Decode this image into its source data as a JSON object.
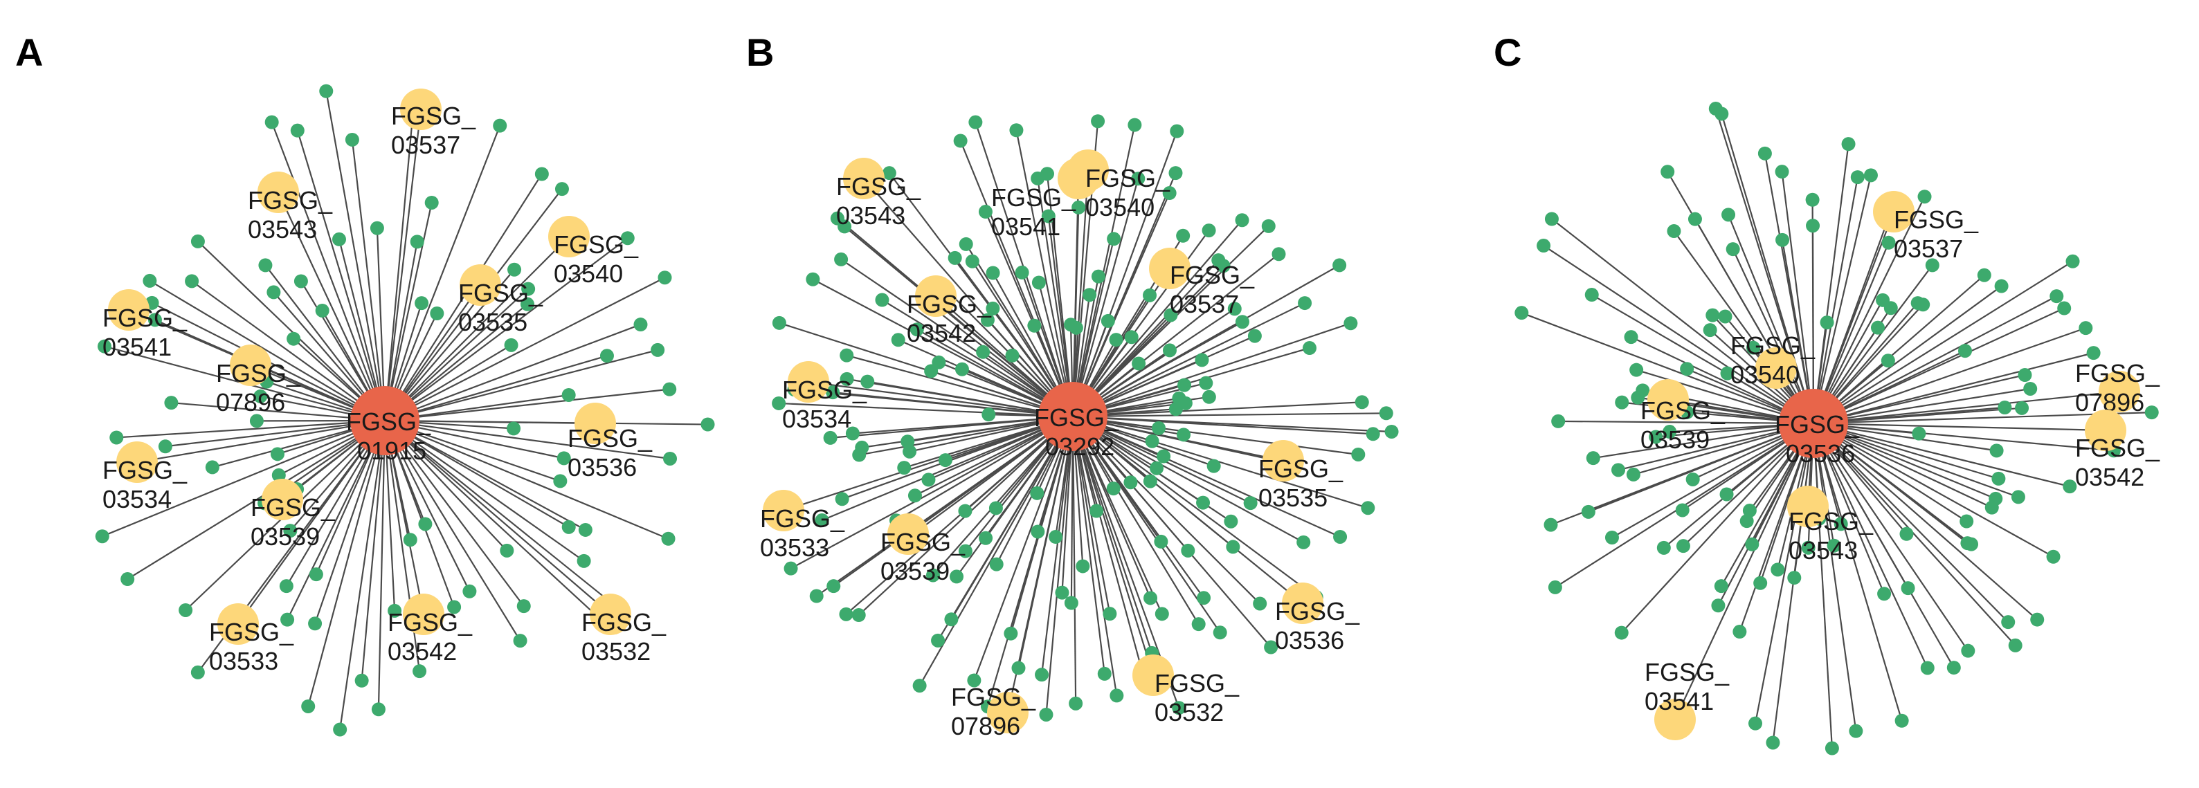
{
  "colors": {
    "hub": "#E8654A",
    "highlight": "#FDD77A",
    "leaf": "#3DAA6D",
    "edge": "#4a4a4a",
    "label": "#1a1a1a"
  },
  "panels": [
    {
      "letter": "A",
      "hub": {
        "line1": "FGSG_",
        "line2": "01915"
      },
      "leaf_count": 80,
      "highlights": [
        {
          "line1": "FGSG_",
          "line2": "03537"
        },
        {
          "line1": "FGSG_",
          "line2": "03543"
        },
        {
          "line1": "FGSG_",
          "line2": "03540"
        },
        {
          "line1": "FGSG_",
          "line2": "03535"
        },
        {
          "line1": "FGSG_",
          "line2": "03541"
        },
        {
          "line1": "FGSG_",
          "line2": "07896"
        },
        {
          "line1": "FGSG_",
          "line2": "03534"
        },
        {
          "line1": "FGSG_",
          "line2": "03536"
        },
        {
          "line1": "FGSG_",
          "line2": "03539"
        },
        {
          "line1": "FGSG_",
          "line2": "03533"
        },
        {
          "line1": "FGSG_",
          "line2": "03542"
        },
        {
          "line1": "FGSG_",
          "line2": "03532"
        }
      ]
    },
    {
      "letter": "B",
      "hub": {
        "line1": "FGSG_",
        "line2": "03292"
      },
      "leaf_count": 160,
      "highlights": [
        {
          "line1": "FGSG_",
          "line2": "03543"
        },
        {
          "line1": "FGSG_",
          "line2": "03541"
        },
        {
          "line1": "FGSG_",
          "line2": "03540"
        },
        {
          "line1": "FGSG_",
          "line2": "03537"
        },
        {
          "line1": "FGSG_",
          "line2": "03542"
        },
        {
          "line1": "FGSG_",
          "line2": "03534"
        },
        {
          "line1": "FGSG_",
          "line2": "03535"
        },
        {
          "line1": "FGSG_",
          "line2": "03533"
        },
        {
          "line1": "FGSG_",
          "line2": "03539"
        },
        {
          "line1": "FGSG_",
          "line2": "03536"
        },
        {
          "line1": "FGSG_",
          "line2": "03532"
        },
        {
          "line1": "FGSG_",
          "line2": "07896"
        }
      ]
    },
    {
      "letter": "C",
      "hub": {
        "line1": "FGSG_",
        "line2": "03536"
      },
      "leaf_count": 110,
      "highlights": [
        {
          "line1": "FGSG_",
          "line2": "03537"
        },
        {
          "line1": "FGSG_",
          "line2": "03540"
        },
        {
          "line1": "FGSG_",
          "line2": "07896"
        },
        {
          "line1": "FGSG_",
          "line2": "03539"
        },
        {
          "line1": "FGSG_",
          "line2": "03542"
        },
        {
          "line1": "FGSG_",
          "line2": "03543"
        },
        {
          "line1": "FGSG_",
          "line2": "03541"
        }
      ]
    }
  ]
}
